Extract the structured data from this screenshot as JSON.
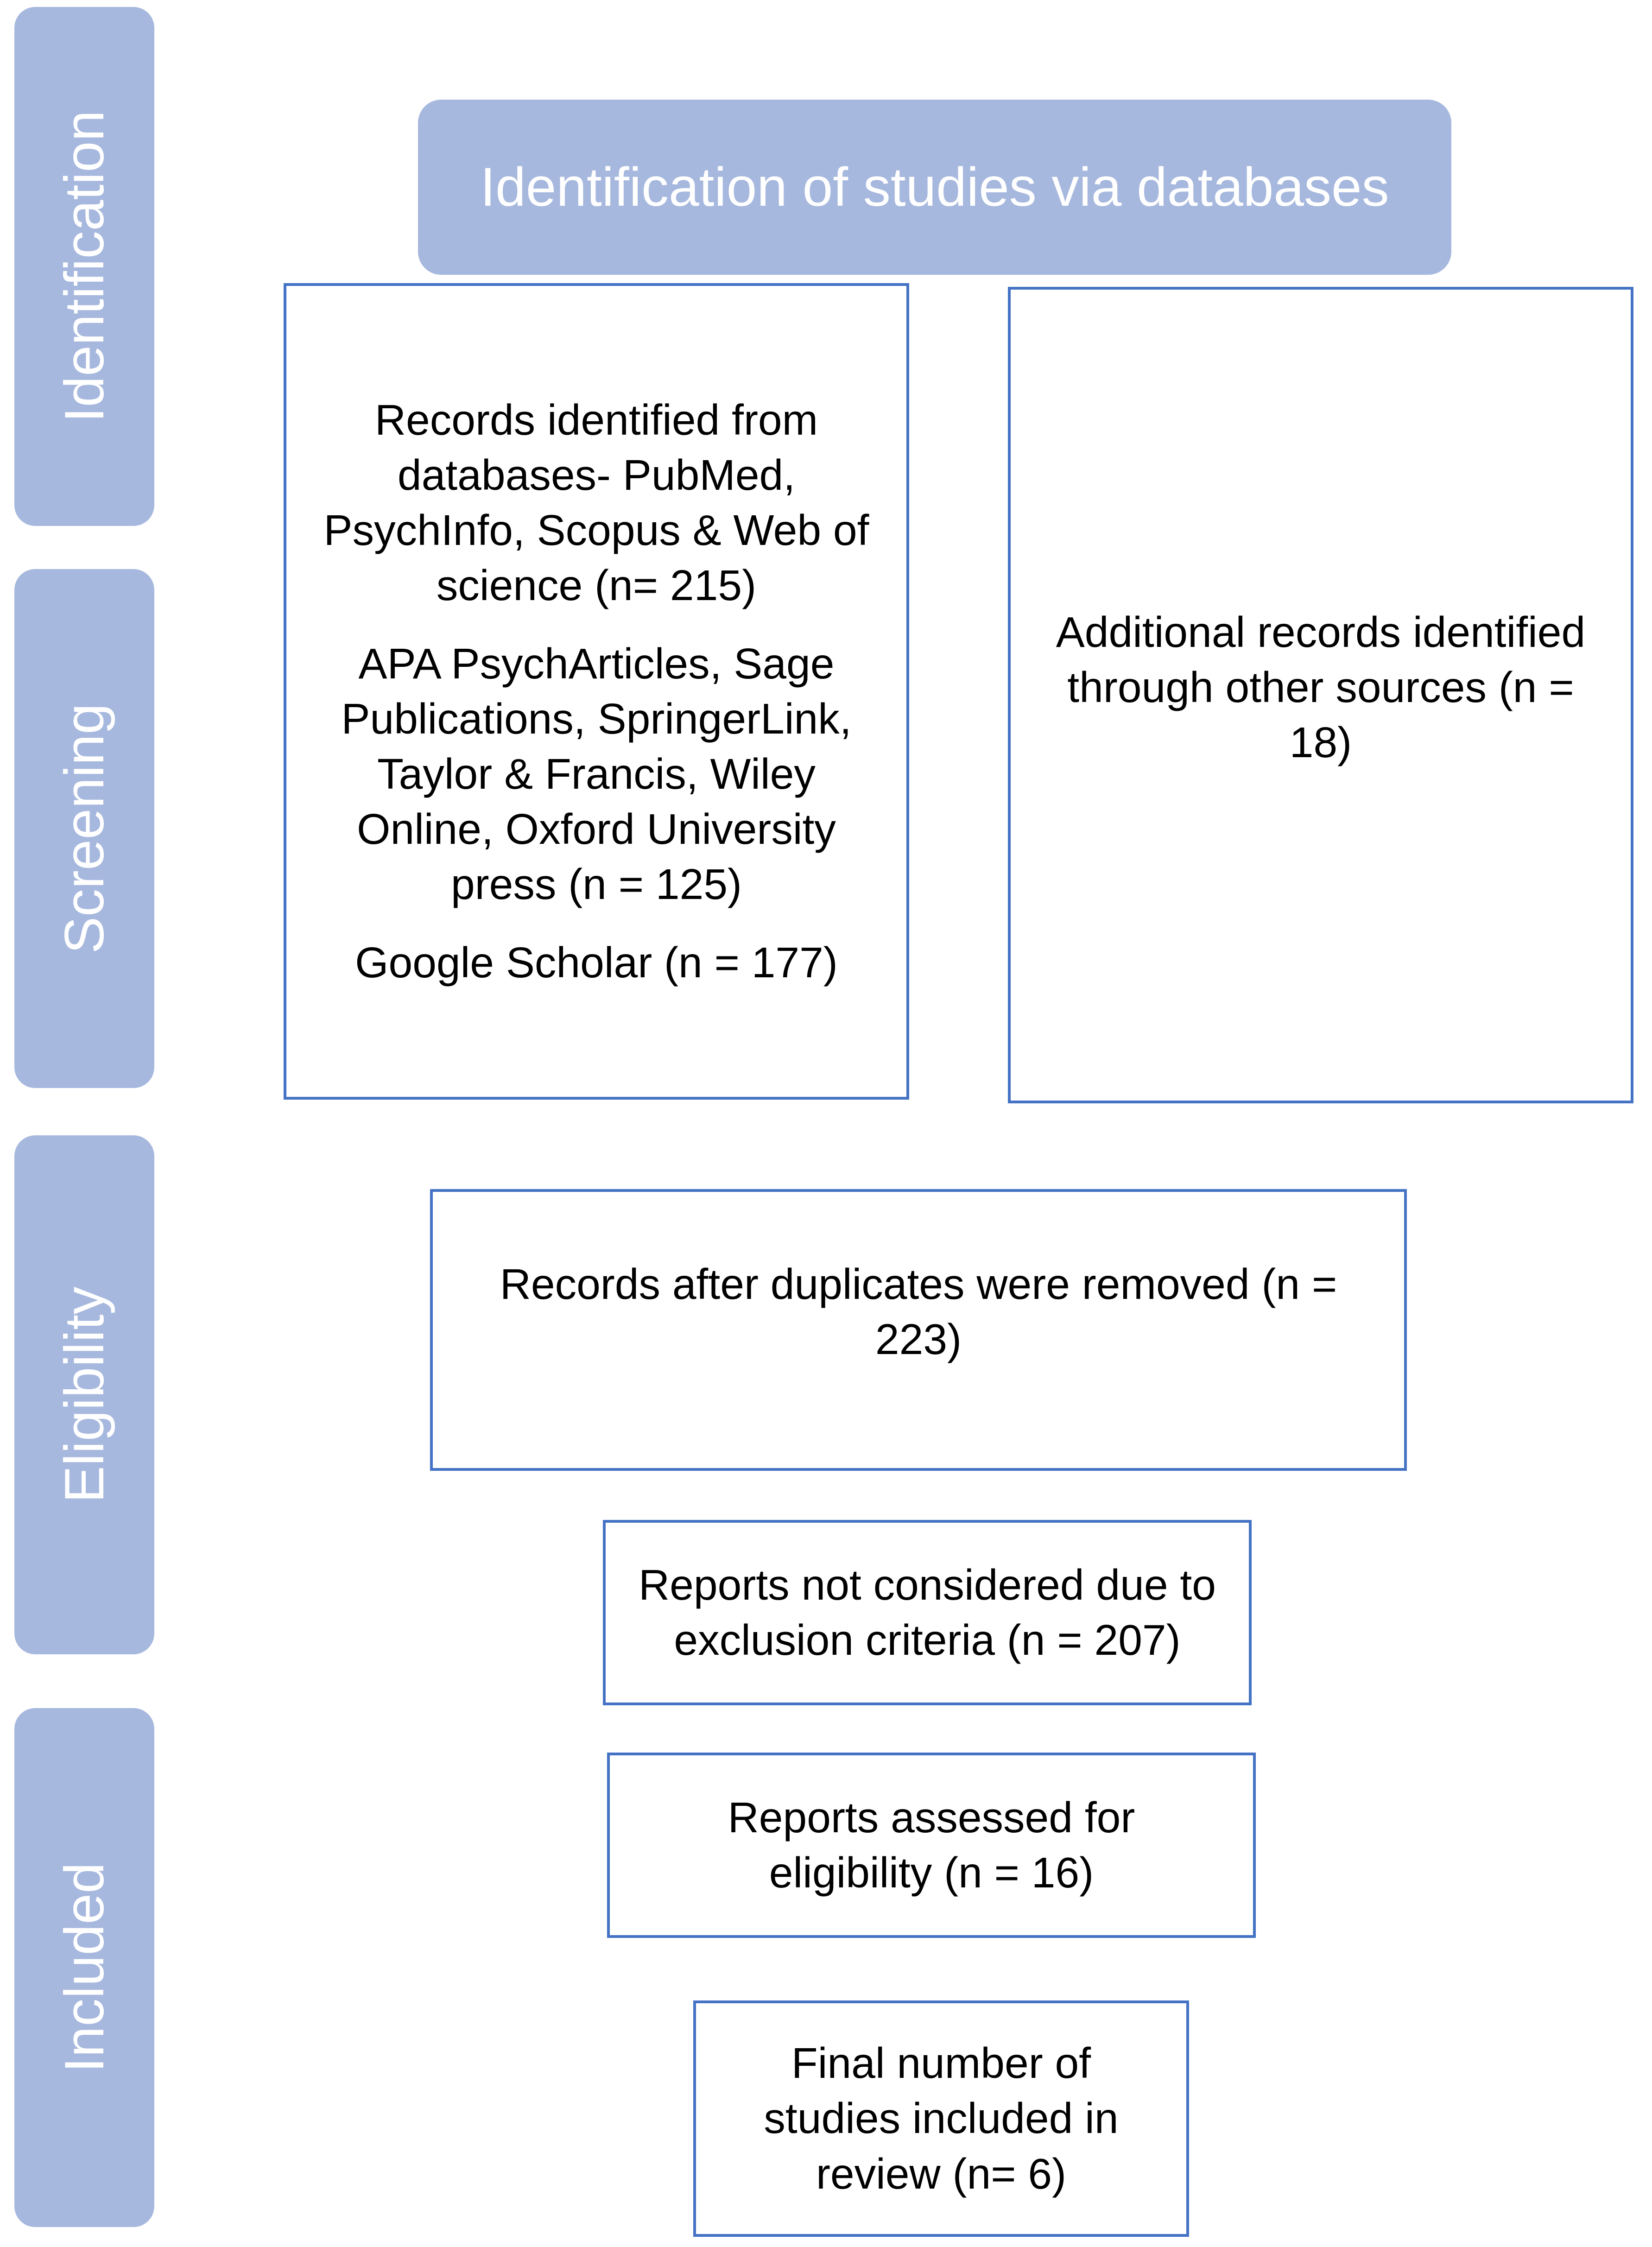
{
  "phases": {
    "identification": "Identification",
    "screening": "Screening",
    "eligibility": "Eligibility",
    "included": "Included"
  },
  "banner": "Identification of studies via databases",
  "boxes": {
    "records_databases": {
      "line1": "Records identified from databases- PubMed, PsychInfo, Scopus & Web of science (n= 215)",
      "line2": "APA PsychArticles, Sage Publications, SpringerLink, Taylor & Francis, Wiley Online, Oxford University press (n = 125)",
      "line3": "Google Scholar (n = 177)"
    },
    "additional_records": "Additional records identified through other sources (n = 18)",
    "after_duplicates": "Records after duplicates were removed (n = 223)",
    "not_considered": "Reports not considered due to exclusion criteria (n = 207)",
    "assessed": "Reports assessed for eligibility (n = 16)",
    "final": "Final number of studies included in review (n= 6)"
  },
  "colors": {
    "phase_fill": "#a7b8de",
    "box_border": "#4472c4",
    "label_text": "#ffffff"
  }
}
